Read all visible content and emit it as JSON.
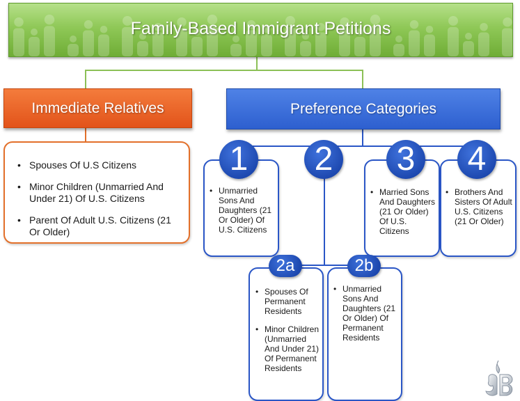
{
  "banner": {
    "title": "Family-Based Immigrant Petitions",
    "background_icon": "family-silhouettes"
  },
  "immediate": {
    "header": "Immediate Relatives",
    "items": [
      "Spouses Of U.S Citizens",
      "Minor Children (Unmarried And Under 21) Of U.S. Citizens",
      "Parent Of Adult U.S. Citizens (21 Or Older)"
    ]
  },
  "preference": {
    "header": "Preference Categories",
    "cat1": {
      "number": "1",
      "items": [
        "Unmarried Sons And Daughters (21 Or Older) Of U.S. Citizens"
      ]
    },
    "cat2": {
      "number": "2"
    },
    "cat2a": {
      "number": "2a",
      "items": [
        "Spouses Of Permanent Residents",
        "Minor Children (Unmarried And Under 21) Of Permanent Residents"
      ]
    },
    "cat2b": {
      "number": "2b",
      "items": [
        "Unmarried Sons And Daughters (21 Or Older) Of Permanent Residents"
      ]
    },
    "cat3": {
      "number": "3",
      "items": [
        "Married Sons And Daughters (21 Or Older) Of U.S. Citizens"
      ]
    },
    "cat4": {
      "number": "4",
      "items": [
        "Brothers And Sisters Of Adult U.S. Citizens (21 Or Older)"
      ]
    }
  },
  "colors": {
    "banner_green": "#8fc857",
    "immediate_orange": "#e2531a",
    "preference_blue": "#2d5fcf",
    "box_border_blue": "#2a56c6"
  },
  "logo": {
    "icon": "logo-mark"
  }
}
